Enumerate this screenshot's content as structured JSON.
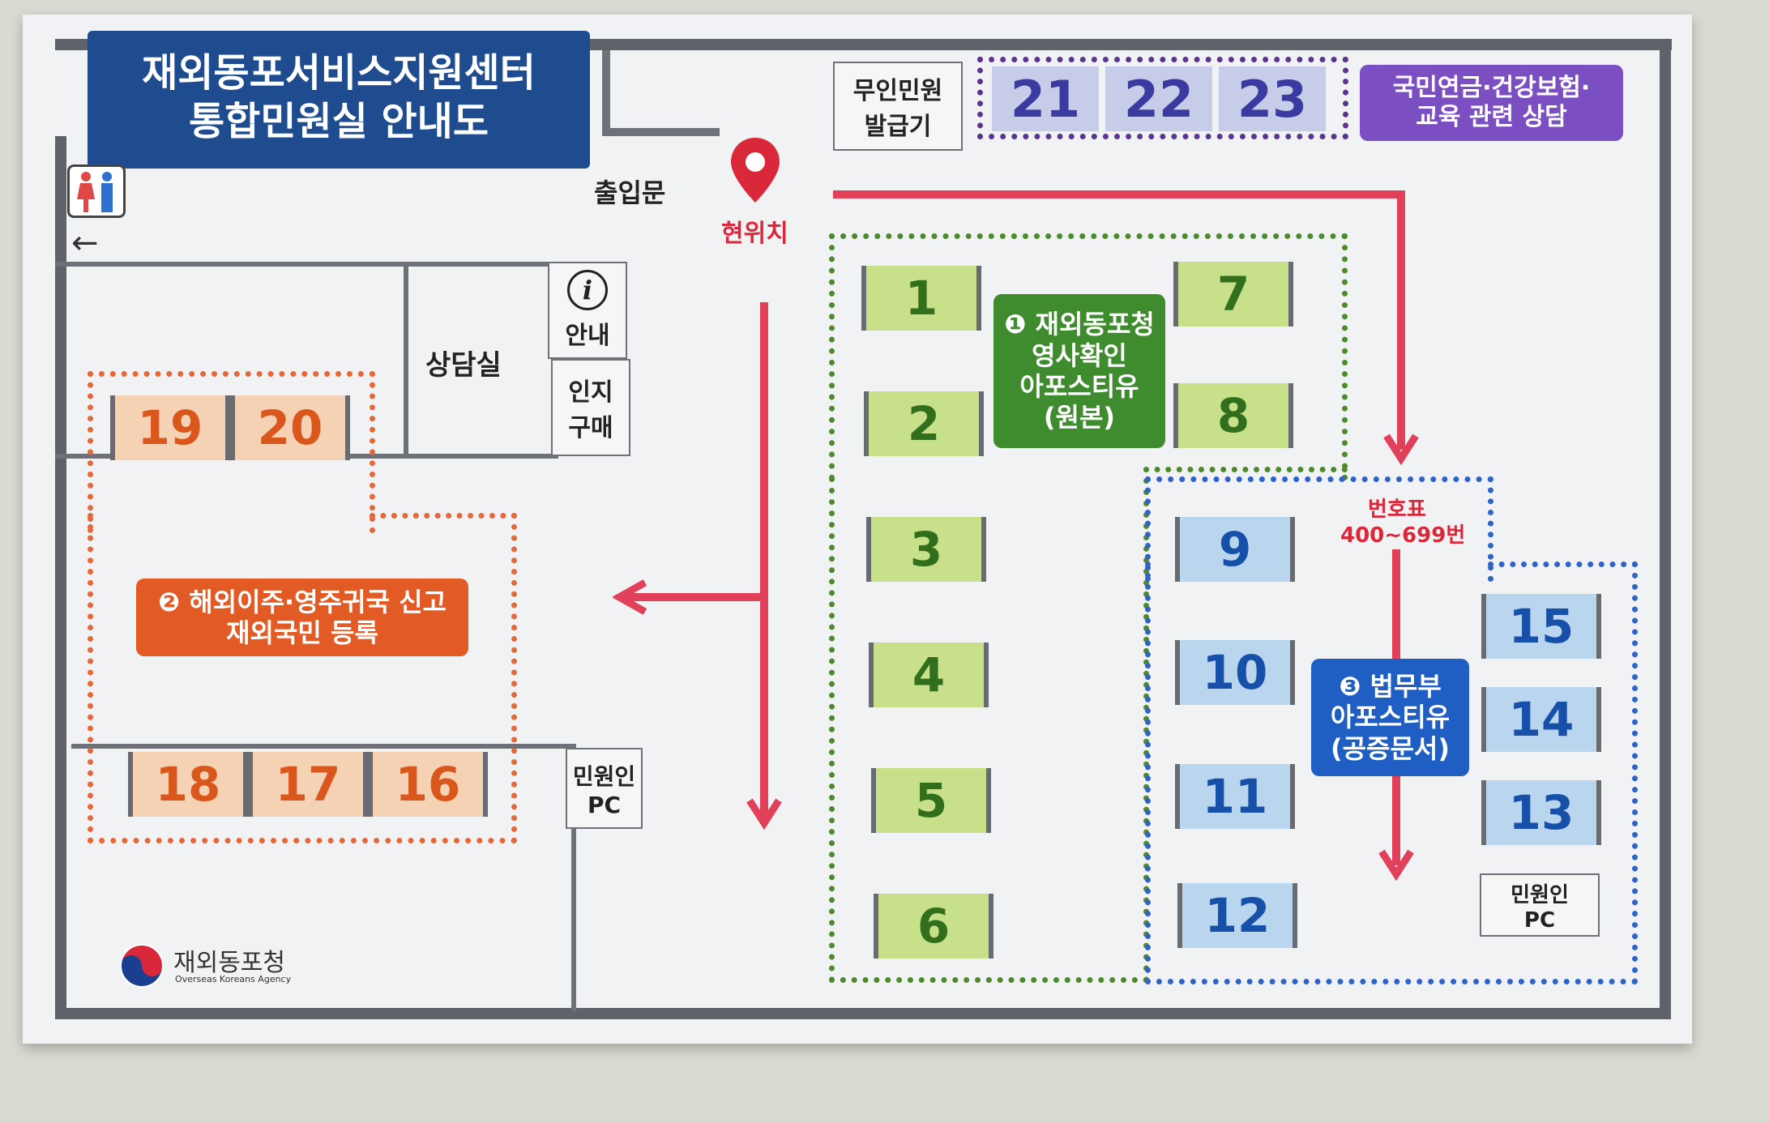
{
  "title": {
    "line1": "재외동포서비스지원센터",
    "line2": "통합민원실 안내도"
  },
  "restroom_icon": "restroom-icon",
  "entrance": "출입문",
  "current_location": "현위치",
  "kiosk": {
    "line1": "무인민원",
    "line2": "발급기"
  },
  "counters_top": [
    "21",
    "22",
    "23"
  ],
  "pension_label": {
    "line1": "국민연금·건강보험·",
    "line2": "교육 관련 상담"
  },
  "info": {
    "icon": "info-icon",
    "label": "안내"
  },
  "stamp": {
    "line1": "인지",
    "line2": "구매"
  },
  "consult_room": "상담실",
  "orange_top": [
    "19",
    "20"
  ],
  "orange_bottom": [
    "18",
    "17",
    "16"
  ],
  "section2": {
    "line1": "❷ 해외이주·영주귀국 신고",
    "line2": "재외국민 등록"
  },
  "section1": {
    "line1": "❶ 재외동포청",
    "line2": "영사확인",
    "line3": "아포스티유",
    "line4": "(원본)"
  },
  "green_left": [
    "1",
    "2",
    "3",
    "4",
    "5",
    "6"
  ],
  "green_right": [
    "7",
    "8"
  ],
  "ticket": {
    "line1": "번호표",
    "line2": "400~699번"
  },
  "blue_left": [
    "9",
    "10",
    "11",
    "12"
  ],
  "blue_right": [
    "15",
    "14",
    "13"
  ],
  "section3": {
    "line1": "❸ 법무부",
    "line2": "아포스티유",
    "line3": "(공증문서)"
  },
  "pc_left": {
    "line1": "민원인",
    "line2": "PC"
  },
  "pc_right": {
    "line1": "민원인",
    "line2": "PC"
  },
  "agency": {
    "name": "재외동포청",
    "name_en": "Overseas Koreans Agency"
  },
  "colors": {
    "green_desk": "#c8e08a",
    "blue_desk": "#b9d6ee",
    "orange_desk": "#f6d2b4",
    "route_arrow": "#e0405a",
    "title_bg": "#1f4b8f"
  }
}
